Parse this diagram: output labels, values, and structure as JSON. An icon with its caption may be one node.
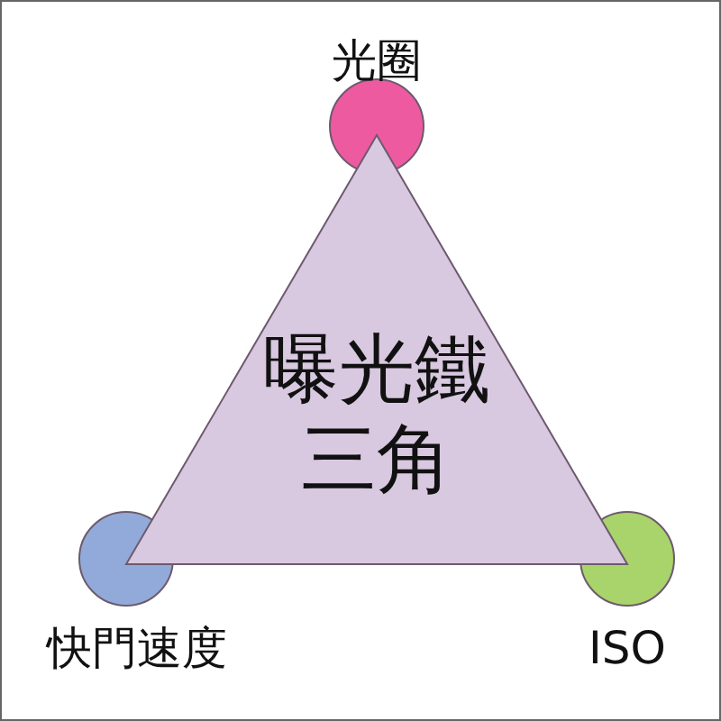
{
  "diagram": {
    "nodes": [
      {
        "text": [
          "光圈"
        ]
      },
      {
        "text": [
          "曝光鐵三角"
        ]
      },
      {
        "text": [
          "快門速度"
        ]
      },
      {
        "text": [
          "ISO"
        ]
      }
    ]
  }
}
